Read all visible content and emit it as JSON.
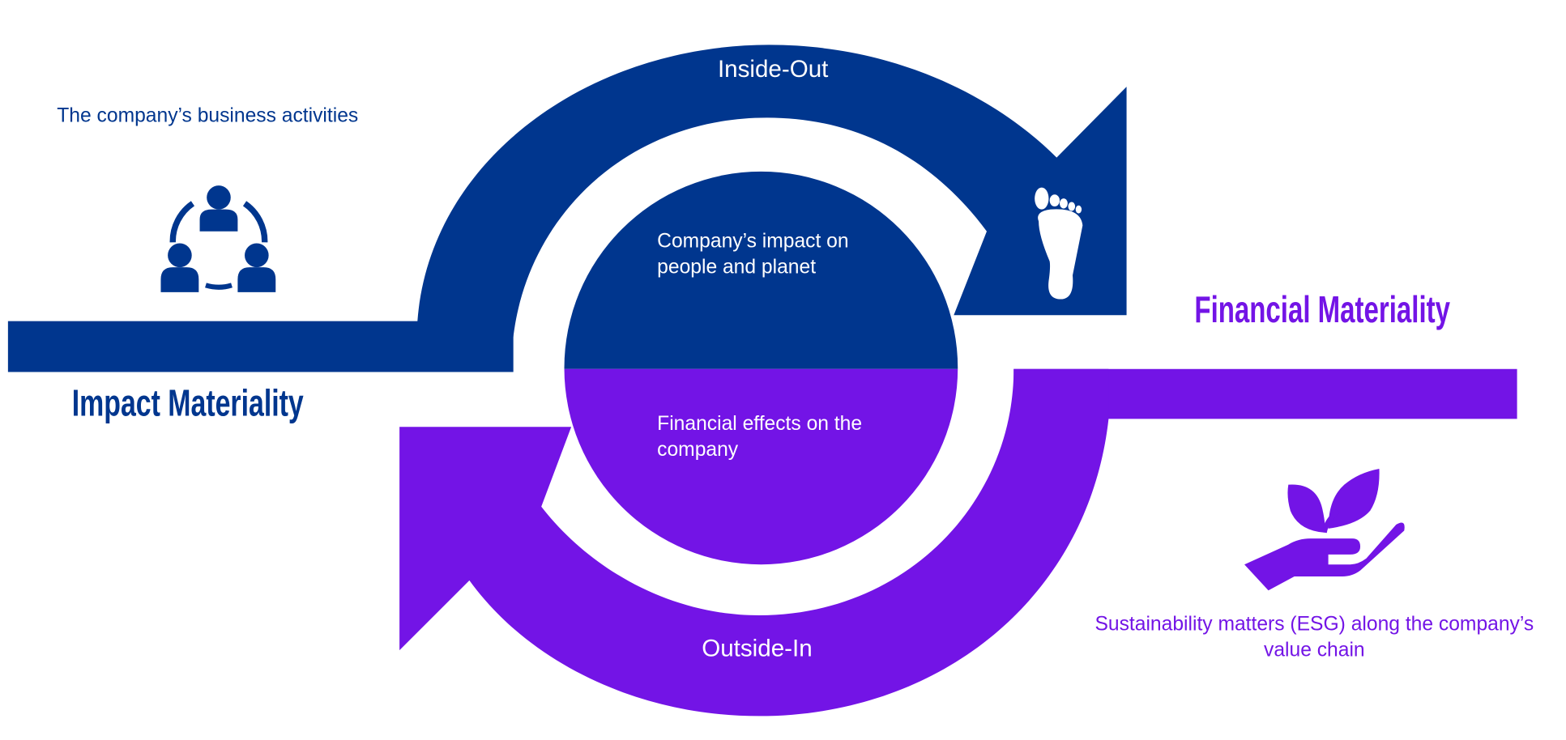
{
  "colors": {
    "impact_blue": "#00368E",
    "financial_purple": "#7314E6",
    "background": "#FFFFFF",
    "text_on_shape": "#FFFFFF"
  },
  "left": {
    "caption": "The company’s business activities",
    "icon": "people-meeting-icon",
    "title": "Impact Materiality"
  },
  "right": {
    "title": "Financial Materiality",
    "icon": "hand-sprout-icon",
    "caption_line1": "Sustainability matters (ESG) along the company’s",
    "caption_line2": "value chain"
  },
  "top_arrow": {
    "label": "Inside-Out",
    "icon": "footprint-icon"
  },
  "bottom_arrow": {
    "label": "Outside-In"
  },
  "center": {
    "top_line1": "Company’s impact on",
    "top_line2": "people and planet",
    "bottom_line1": "Financial effects on the",
    "bottom_line2": "company"
  }
}
